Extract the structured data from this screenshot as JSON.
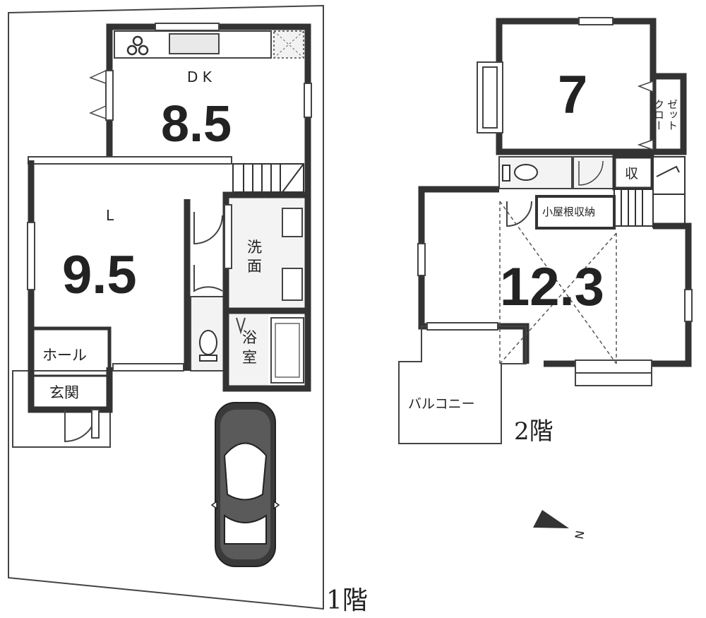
{
  "floor1": {
    "dk_label": "D K",
    "dk_size": "8.5",
    "living_label": "L",
    "living_size": "9.5",
    "washroom_label": "洗\n面",
    "washroom_line1": "洗",
    "washroom_line2": "面",
    "bath_line1": "浴",
    "bath_line2": "室",
    "hall_label": "ホール",
    "entrance_label": "玄関",
    "floor_label": "1階"
  },
  "floor2": {
    "bedroom_size": "7",
    "closet_line1": "クロー",
    "closet_line2": "ゼット",
    "storage_label": "収",
    "attic_label": "小屋根収納",
    "main_size": "12.3",
    "balcony_label": "バルコニー",
    "floor_label": "2階"
  },
  "compass": {
    "north_label": "N",
    "icon": "north-arrow-icon"
  },
  "colors": {
    "wall": "#333333",
    "background": "#ffffff"
  }
}
